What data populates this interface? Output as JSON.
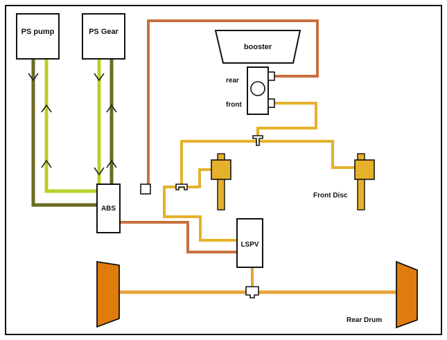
{
  "labels": {
    "ps_pump": "PS pump",
    "ps_gear": "PS Gear",
    "booster": "booster",
    "rear": "rear",
    "front": "front",
    "abs": "ABS",
    "front_disc": "Front Disc",
    "lspv": "LSPV",
    "rear_drum": "Rear Drum"
  },
  "colors": {
    "frame": "#111111",
    "ps_return": "#6b6b22",
    "ps_feed": "#b9cf2a",
    "rear_line": "#c8703f",
    "front_line": "#e6b12a",
    "rear_axle_line": "#e8a23a",
    "caliper_fill": "#e6b12a",
    "drum_fill": "#e07c0d"
  }
}
